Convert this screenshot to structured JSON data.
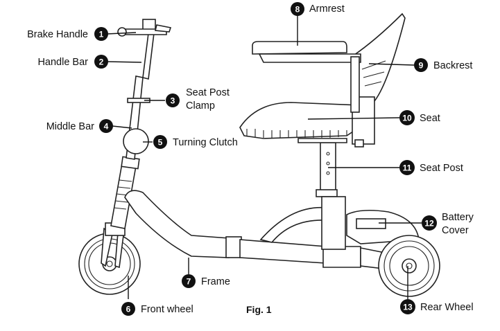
{
  "figure": {
    "caption": "Fig. 1"
  },
  "callouts": [
    {
      "num": "1",
      "lines": [
        "Brake Handle"
      ]
    },
    {
      "num": "2",
      "lines": [
        "Handle Bar"
      ]
    },
    {
      "num": "3",
      "lines": [
        "Seat Post",
        "Clamp"
      ]
    },
    {
      "num": "4",
      "lines": [
        "Middle Bar"
      ]
    },
    {
      "num": "5",
      "lines": [
        "Turning Clutch"
      ]
    },
    {
      "num": "6",
      "lines": [
        "Front wheel"
      ]
    },
    {
      "num": "7",
      "lines": [
        "Frame"
      ]
    },
    {
      "num": "8",
      "lines": [
        "Armrest"
      ]
    },
    {
      "num": "9",
      "lines": [
        "Backrest"
      ]
    },
    {
      "num": "10",
      "lines": [
        "Seat"
      ]
    },
    {
      "num": "11",
      "lines": [
        "Seat Post"
      ]
    },
    {
      "num": "12",
      "lines": [
        "Battery",
        "Cover"
      ]
    },
    {
      "num": "13",
      "lines": [
        "Rear Wheel"
      ]
    }
  ]
}
